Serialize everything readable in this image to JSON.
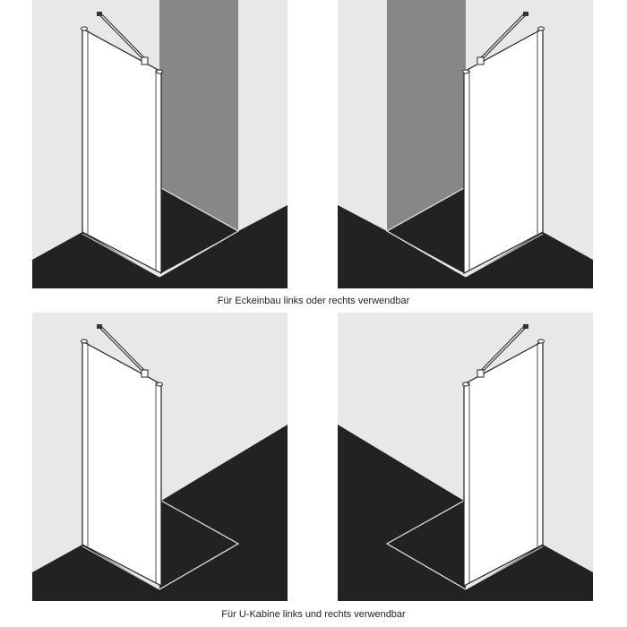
{
  "colors": {
    "wall": "#e8e8e8",
    "wall_strip": "#878787",
    "floor": "#222222",
    "glass": "#ffffff",
    "line": "#222222",
    "caption": "#222222"
  },
  "sections": [
    {
      "caption": "Für Eckeinbau links oder rechts verwendbar",
      "panels": [
        {
          "label": "corner-installation-left",
          "mount": "left"
        },
        {
          "label": "corner-installation-right",
          "mount": "right"
        }
      ]
    },
    {
      "caption": "Für U-Kabine links und rechts verwendbar",
      "panels": [
        {
          "label": "u-cabin-left",
          "mount": "left"
        },
        {
          "label": "u-cabin-right",
          "mount": "right"
        }
      ]
    }
  ]
}
